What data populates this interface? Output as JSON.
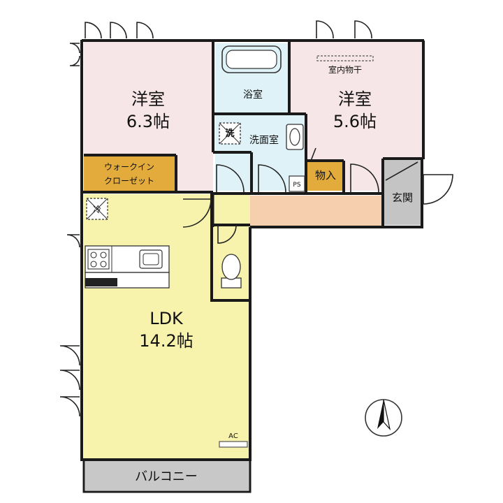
{
  "rooms": {
    "western_a": {
      "name": "洋室",
      "size": "6.3帖"
    },
    "western_b": {
      "name": "洋室",
      "size": "5.6帖"
    },
    "bath": "浴室",
    "washroom": "洗面室",
    "wash_icon": "洗",
    "walk_in_closet": [
      "ウォークイン",
      "クローゼット"
    ],
    "storage": "物入",
    "ps": "PS",
    "entrance": "玄関",
    "ldk": {
      "name": "LDK",
      "size": "14.2帖"
    },
    "balcony": "バルコニー",
    "drying": "室内物干",
    "ac": "AC",
    "fridge": "冷"
  },
  "colors": {
    "western": "#f6e6e8",
    "wet": "#def2f7",
    "closet": "#e3ab3c",
    "hall": "#f5cfae",
    "ldk": "#f7f3ac",
    "entrance": "#c4c4c4",
    "balcony": "#c8c8c8",
    "wall": "#1a1a1a"
  }
}
